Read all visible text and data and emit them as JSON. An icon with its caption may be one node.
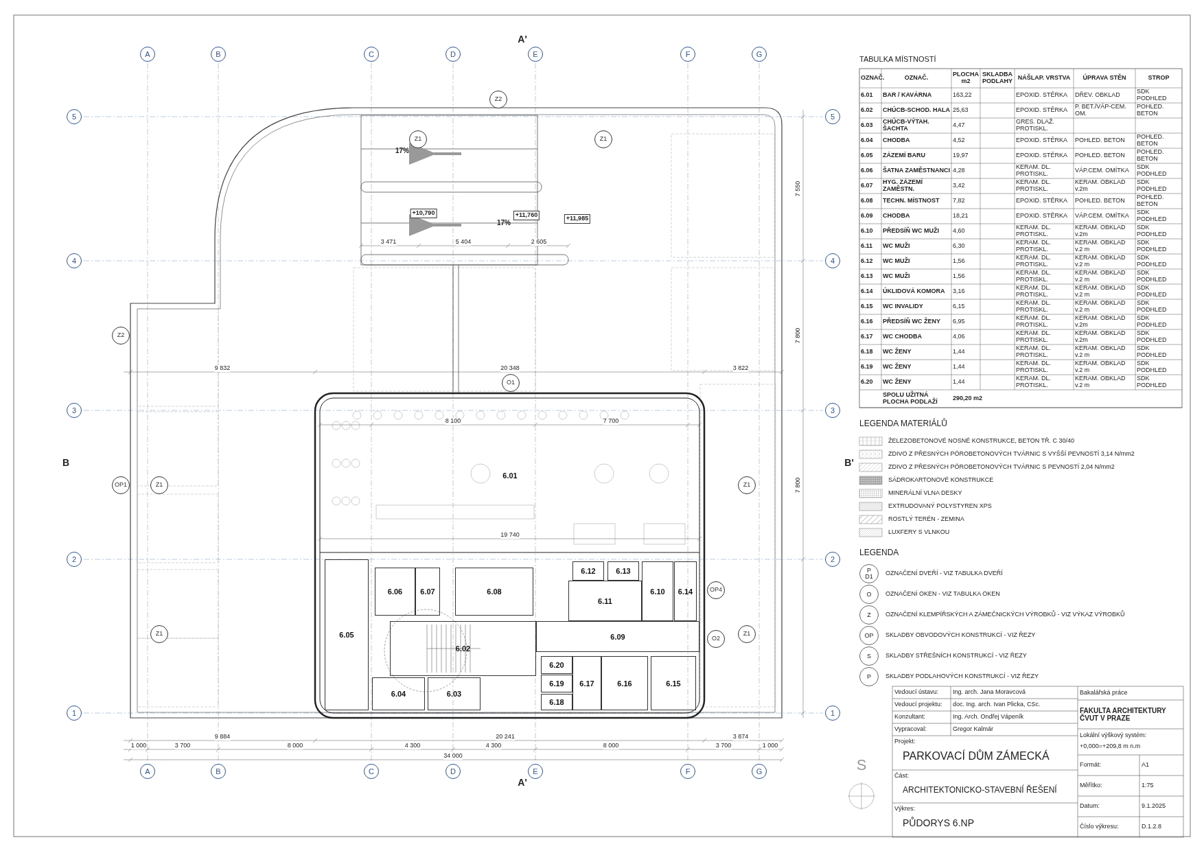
{
  "diagram": {
    "nodes": [
      {
        "text": [
          "6.01"
        ]
      },
      {
        "text": [
          "6.02"
        ]
      },
      {
        "text": [
          "6.03"
        ]
      },
      {
        "text": [
          "6.04"
        ]
      },
      {
        "text": [
          "6.05"
        ]
      },
      {
        "text": [
          "6.06"
        ]
      },
      {
        "text": [
          "6.07"
        ]
      },
      {
        "text": [
          "6.08"
        ]
      },
      {
        "text": [
          "6.09"
        ]
      },
      {
        "text": [
          "6.10"
        ]
      },
      {
        "text": [
          "6.11"
        ]
      },
      {
        "text": [
          "6.12"
        ]
      },
      {
        "text": [
          "6.13"
        ]
      },
      {
        "text": [
          "6.14"
        ]
      },
      {
        "text": [
          "6.15"
        ]
      },
      {
        "text": [
          "6.16"
        ]
      },
      {
        "text": [
          "6.17"
        ]
      },
      {
        "text": [
          "6.18"
        ]
      },
      {
        "text": [
          "6.19"
        ]
      },
      {
        "text": [
          "6.20"
        ]
      }
    ],
    "labels": [
      "A",
      "B",
      "C",
      "D",
      "E",
      "F",
      "G",
      "A",
      "B",
      "C",
      "D",
      "E",
      "F",
      "G",
      "5",
      "4",
      "3",
      "2",
      "1",
      "5",
      "4",
      "3",
      "2",
      "1",
      "A'",
      "A'",
      "B",
      "B'",
      "Z2",
      "17%",
      "Z1",
      "Z1",
      "+10,790",
      "+11,760",
      "17%",
      "+11,985",
      "3 471",
      "5 404",
      "2 605",
      "7 550",
      "Z2",
      "7 800",
      "9 832",
      "20 348",
      "3 822",
      "O1",
      "8 100",
      "7 700",
      "OP1",
      "Z1",
      "Z1",
      "7 800",
      "19 740",
      "OP4",
      "Z1",
      "O2",
      "Z1",
      "9 884",
      "20 241",
      "3 874",
      "1 000",
      "3 700",
      "8 000",
      "4 300",
      "4 300",
      "8 000",
      "3 700",
      "1 000",
      "34 000",
      "S",
      "TABULKA MÍSTNOSTÍ",
      "OZNAČ.",
      "OZNAČ.",
      "PLOCHA m2",
      "SKLADBA PODLAHY",
      "NÁŠLAP. VRSTVA",
      "ÚPRAVA STĚN",
      "STROP",
      "6.01",
      "BAR / KAVÁRNA",
      "163,22",
      "EPOXID. STĚRKA",
      "DŘEV. OBKLAD",
      "SDK PODHLED",
      "6.02",
      "CHÚCB-SCHOD. HALA",
      "25,63",
      "EPOXID. STĚRKA",
      "P. BET./VÁP-CEM. OM.",
      "POHLED. BETON",
      "6.03",
      "CHÚCB-VÝTAH. ŠACHTA",
      "4,47",
      "GRES. DLAŽ. PROTISKL.",
      "6.04",
      "CHODBA",
      "4,52",
      "EPOXID. STĚRKA",
      "POHLED. BETON",
      "POHLED. BETON",
      "6.05",
      "ZÁZEMÍ BARU",
      "19,97",
      "EPOXID. STĚRKA",
      "POHLED. BETON",
      "POHLED. BETON",
      "6.06",
      "ŠATNA ZAMĚSTNANCI",
      "4,28",
      "KERAM. DL. PROTISKL.",
      "VÁP.CEM. OMÍTKA",
      "SDK PODHLED",
      "6.07",
      "HYG. ZÁZEMÍ ZAMĚSTN.",
      "3,42",
      "KERAM. DL. PROTISKL.",
      "KERAM. OBKLAD v.2m",
      "SDK PODHLED",
      "6.08",
      "TECHN. MÍSTNOST",
      "7,82",
      "EPOXID. STĚRKA",
      "POHLED. BETON",
      "POHLED. BETON",
      "6.09",
      "CHODBA",
      "18,21",
      "EPOXID. STĚRKA",
      "VÁP.CEM. OMÍTKA",
      "SDK PODHLED",
      "6.10",
      "PŘEDSÍŇ WC MUŽI",
      "4,60",
      "KERAM. DL. PROTISKL.",
      "KERAM. OBKLAD v.2m",
      "SDK PODHLED",
      "6.11",
      "WC MUŽI",
      "6,30",
      "KERAM. DL. PROTISKL.",
      "KERAM. OBKLAD v.2 m",
      "SDK PODHLED",
      "6.12",
      "WC MUŽI",
      "1,56",
      "KERAM. DL. PROTISKL.",
      "KERAM. OBKLAD v.2 m",
      "SDK PODHLED",
      "6.13",
      "WC MUŽI",
      "1,56",
      "KERAM. DL. PROTISKL.",
      "KERAM. OBKLAD v.2 m",
      "SDK PODHLED",
      "6.14",
      "ÚKLIDOVÁ KOMORA",
      "3,16",
      "KERAM. DL. PROTISKL.",
      "KERAM. OBKLAD v.2 m",
      "SDK PODHLED",
      "6.15",
      "WC INVALIDY",
      "6,15",
      "KERAM. DL. PROTISKL.",
      "KERAM. OBKLAD v.2 m",
      "SDK PODHLED",
      "6.16",
      "PŘEDSÍŇ WC ŽENY",
      "6,95",
      "KERAM. DL. PROTISKL.",
      "KERAM. OBKLAD v.2m",
      "SDK PODHLED",
      "6.17",
      "WC CHODBA",
      "4,06",
      "KERAM. DL. PROTISKL.",
      "KERAM. OBKLAD v.2m",
      "SDK PODHLED",
      "6.18",
      "WC ŽENY",
      "1,44",
      "KERAM. DL. PROTISKL.",
      "KERAM. OBKLAD v.2 m",
      "SDK PODHLED",
      "6.19",
      "WC ŽENY",
      "1,44",
      "KERAM. DL. PROTISKL.",
      "KERAM. OBKLAD v.2 m",
      "SDK PODHLED",
      "6.20",
      "WC ŽENY",
      "1,44",
      "KERAM. DL. PROTISKL.",
      "KERAM. OBKLAD v.2 m",
      "SDK PODHLED",
      "SPOLU UŽITNÁ PLOCHA PODLAŽÍ",
      "290,20 m2",
      "LEGENDA MATERIÁLŮ",
      "LEGENDA",
      "P",
      "D1",
      "O",
      "Z",
      "OP",
      "S",
      "P",
      "Vedoucí ústavu:",
      "Ing. arch. Jana Moravcová",
      "Vedoucí projektu:",
      "doc. Ing. arch. Ivan Plicka, CSc.",
      "Konzultant:",
      "Ing. Arch. Ondřej Vápeník",
      "Vypracoval:",
      "Gregor Kalmár",
      "Bakalářská práce",
      "FAKULTA ARCHITEKTURY ČVUT V PRAZE",
      "Projekt:",
      "PARKOVACÍ DŮM ZÁMECKÁ",
      "Lokální výškový systém:",
      "+0,000=+209,8 m n.m",
      "Část:",
      "ARCHITEKTONICKO-STAVEBNÍ ŘEŠENÍ",
      "Formát:",
      "A1",
      "Měřítko:",
      "1:75",
      "Výkres:",
      "PŮDORYS 6.NP",
      "Datum:",
      "9.1.2025",
      "Číslo výkresu:",
      "D.1.2.8"
    ],
    "legend": [
      {
        "text": "ŽELEZOBETONOVÉ NOSNÉ KONSTRUKCE, BETON TŘ. C 30/40"
      },
      {
        "text": "ZDIVO Z PŘESNÝCH PÓROBETONOVÝCH TVÁRNIC S VYŠŠÍ PEVNOSTÍ 3,14 N/mm2"
      },
      {
        "text": "ZDIVO Z PŘESNÝCH PÓROBETONOVÝCH TVÁRNIC S PEVNOSTÍ 2,04 N/mm2"
      },
      {
        "text": "SÁDROKARTONOVÉ KONSTRUKCE"
      },
      {
        "text": "MINERÁLNÍ VLNA DESKY"
      },
      {
        "text": "EXTRUDOVANÝ POLYSTYREN XPS"
      },
      {
        "text": "ROSTLÝ TERÉN - ZEMINA"
      },
      {
        "text": "LUXFERY S VLNKOU"
      },
      {
        "text": "OZNAČENÍ DVEŘÍ - VIZ TABULKA DVEŘÍ"
      },
      {
        "text": "OZNAČENÍ OKEN - VIZ TABULKA OKEN"
      },
      {
        "text": "OZNAČENÍ KLEMPÍŘSKÝCH A ZÁMEČNICKÝCH VÝROBKŮ - VIZ VÝKAZ VÝROBKŮ"
      },
      {
        "text": "SKLADBY OBVODOVÝCH KONSTRUKCÍ - VIZ ŘEZY"
      },
      {
        "text": "SKLADBY STŘEŠNÍCH KONSTRUKCÍ - VIZ ŘEZY"
      },
      {
        "text": "SKLADBY PODLAHOVÝCH KONSTRUKCÍ - VIZ ŘEZY"
      }
    ]
  }
}
